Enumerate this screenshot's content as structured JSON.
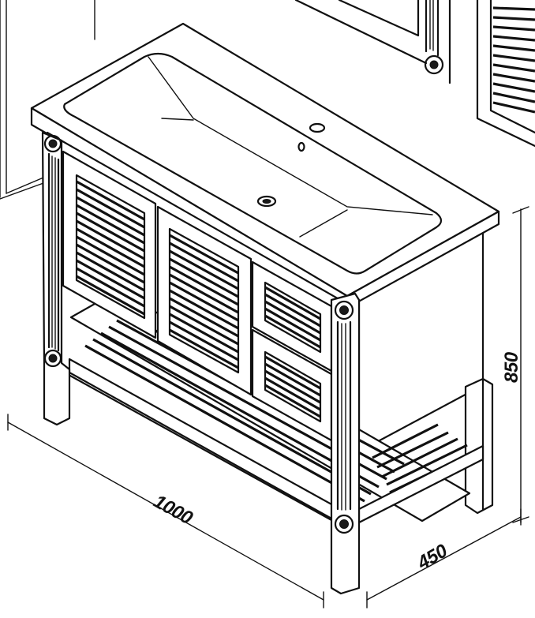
{
  "dimensions": {
    "width": "1000",
    "depth": "450",
    "height": "850"
  },
  "colors": {
    "line": "#111111",
    "background": "#ffffff",
    "louver_fill": "#1a1a1a"
  }
}
